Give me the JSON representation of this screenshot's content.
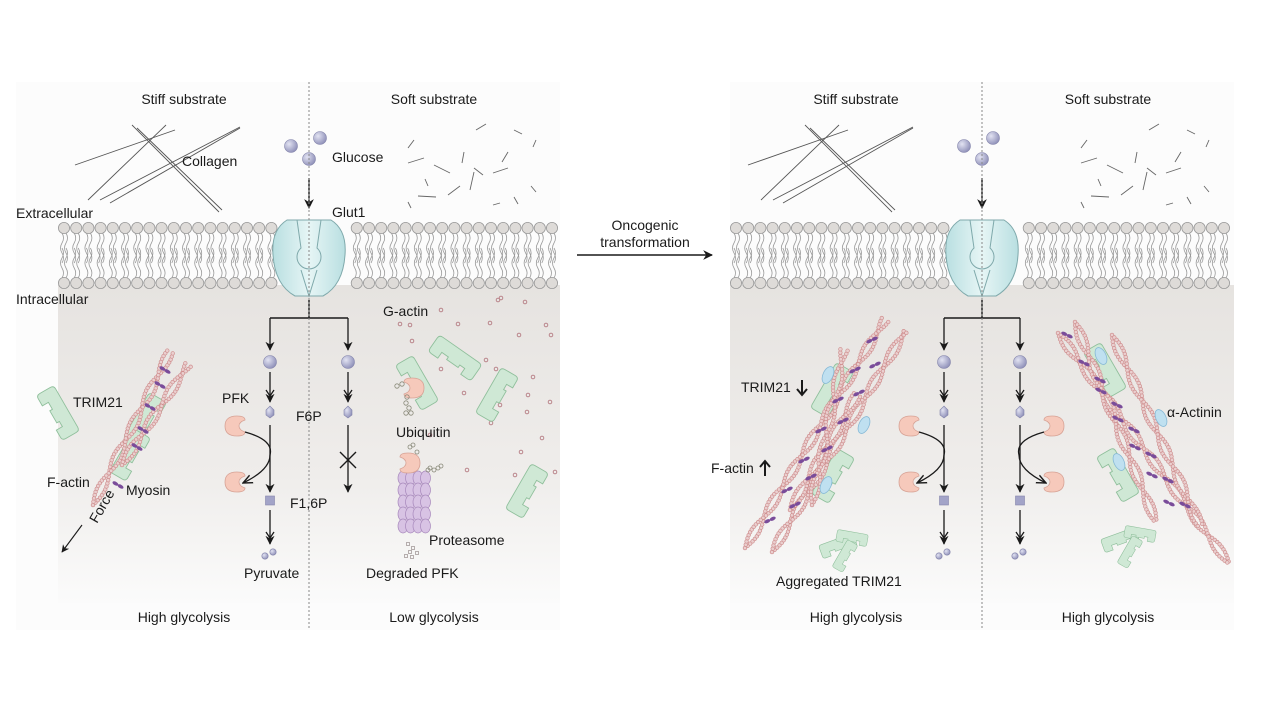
{
  "figure": {
    "arrow_label_line1": "Oncogenic",
    "arrow_label_line2": "transformation",
    "colors": {
      "cytoplasm": "#e8e5e2",
      "membrane_head": "#dedbd8",
      "glut1": "#cfe9ea",
      "glucose": "#a7a8c9",
      "pfk": "#f6c9bb",
      "trim21": "#cfe8d5",
      "actin": "#cf8f8f",
      "myosin": "#7a4c9a",
      "proteasome": "#d8c3e4",
      "actinin": "#bfe0f0"
    }
  },
  "left_panel": {
    "stiff_title": "Stiff substrate",
    "soft_title": "Soft substrate",
    "collagen": "Collagen",
    "glucose": "Glucose",
    "glut1": "Glut1",
    "extracellular": "Extracellular",
    "intracellular": "Intracellular",
    "trim21": "TRIM21",
    "factin": "F-actin",
    "myosin": "Myosin",
    "force": "Force",
    "pfk": "PFK",
    "f6p": "F6P",
    "f16p": "F1,6P",
    "pyruvate": "Pyruvate",
    "gactin": "G-actin",
    "ubiquitin": "Ubiquitin",
    "proteasome": "Proteasome",
    "degraded_pfk": "Degraded PFK",
    "stiff_outcome": "High glycolysis",
    "soft_outcome": "Low glycolysis"
  },
  "right_panel": {
    "stiff_title": "Stiff substrate",
    "soft_title": "Soft substrate",
    "trim21_down": "TRIM21",
    "factin_up": "F-actin",
    "aggregated": "Aggregated TRIM21",
    "actinin": "α-Actinin",
    "stiff_outcome": "High glycolysis",
    "soft_outcome": "High glycolysis"
  }
}
